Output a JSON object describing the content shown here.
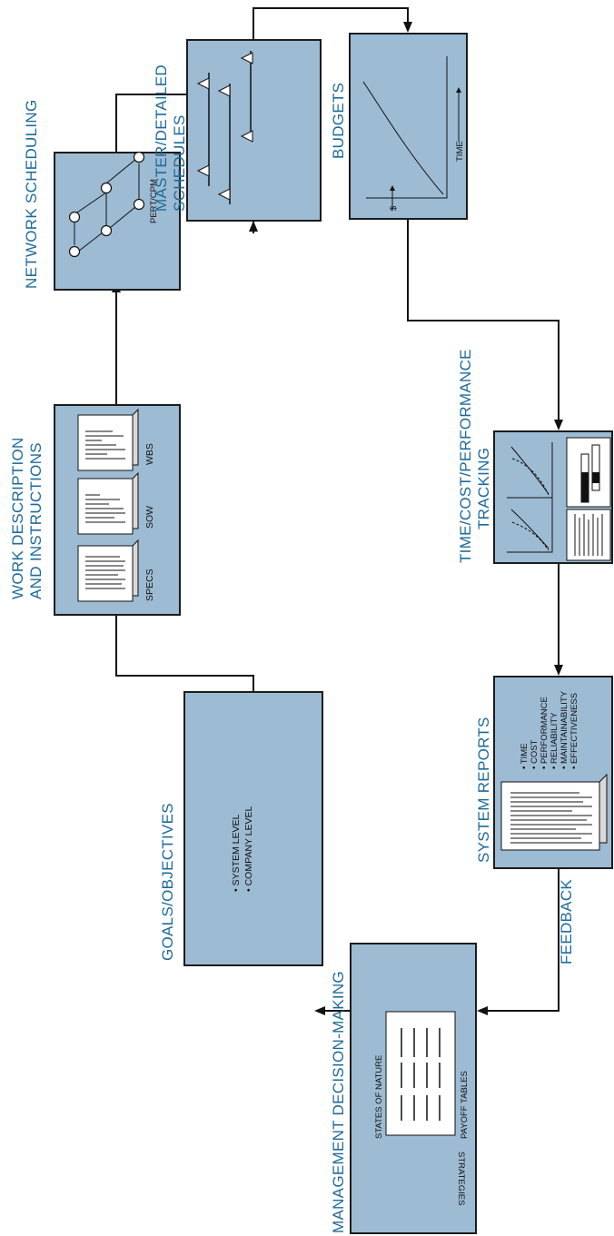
{
  "stages": {
    "goals": {
      "title": "GOALS/OBJECTIVES",
      "items": [
        "• SYSTEM LEVEL",
        "• COMPANY LEVEL"
      ]
    },
    "work": {
      "title_line1": "WORK DESCRIPTION",
      "title_line2": "AND INSTRUCTIONS",
      "docs": [
        "SPECS",
        "SOW",
        "WBS"
      ]
    },
    "network": {
      "title": "NETWORK SCHEDULING",
      "label": "PERT/CPM"
    },
    "schedules": {
      "title_line1": "MASTER/DETAILED",
      "title_line2": "SCHEDULES"
    },
    "budgets": {
      "title": "BUDGETS",
      "time_label": "TIME",
      "money_label": "$"
    },
    "tracking": {
      "title_line1": "TIME/COST/PERFORMANCE",
      "title_line2": "TRACKING"
    },
    "reports": {
      "title": "SYSTEM REPORTS",
      "items": [
        "• TIME",
        "• COST",
        "• PERFORMANCE",
        "• RELIABILITY",
        "• MAINTAINABILITY",
        "• EFFECTIVENESS"
      ]
    },
    "decision": {
      "title": "MANAGEMENT DECISION-MAKING",
      "strategies": "STRATEGIES",
      "states": "STATES OF NATURE",
      "payoff": "PAYOFF TABLES"
    }
  },
  "feedback_label": "FEEDBACK",
  "colors": {
    "box_fill": "#9dbbd3",
    "title_text": "#1d6a9a"
  }
}
